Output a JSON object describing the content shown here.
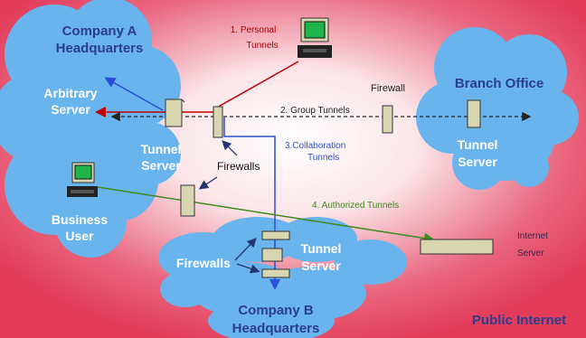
{
  "labels": {
    "company_a": [
      "Company A",
      "Headquarters"
    ],
    "branch_office": "Branch Office",
    "tunnel_server_branch": [
      "Tunnel",
      "Server"
    ],
    "arbitrary_server": [
      "Arbitrary",
      "Server"
    ],
    "tunnel_server_a": [
      "Tunnel",
      "Server"
    ],
    "business_user": [
      "Business",
      "User"
    ],
    "firewalls_a": "Firewalls",
    "firewalls_b": "Firewalls",
    "tunnel_server_b": [
      "Tunnel",
      "Server"
    ],
    "company_b": [
      "Company B",
      "Headquarters"
    ],
    "public_internet": "Public Internet",
    "internet_server": [
      "Internet",
      "Server"
    ],
    "firewall_branch": "Firewall",
    "personal_tunnels": [
      "1. Personal",
      "Tunnels"
    ],
    "group_tunnels": "2.  Group Tunnels",
    "collab_tunnels": [
      "3.Collaboration",
      "Tunnels"
    ],
    "authorized_tunnels": "4.  Authorized Tunnels"
  },
  "colors": {
    "background_outer": "#e23c5a",
    "background_center": "#ffffff",
    "cloud": "#6ab4ee",
    "device": "#d8d6b0",
    "personal_tunnel": "#c00000",
    "group_tunnel": "#222222",
    "collab_tunnel": "#2a4fd6",
    "authorized_tunnel": "#3d8a1e",
    "arbitrary_link": "#2a4fd6",
    "title_text": "#2b3f8c"
  },
  "icons": [
    "computer-icon",
    "server-icon",
    "firewall-icon"
  ]
}
